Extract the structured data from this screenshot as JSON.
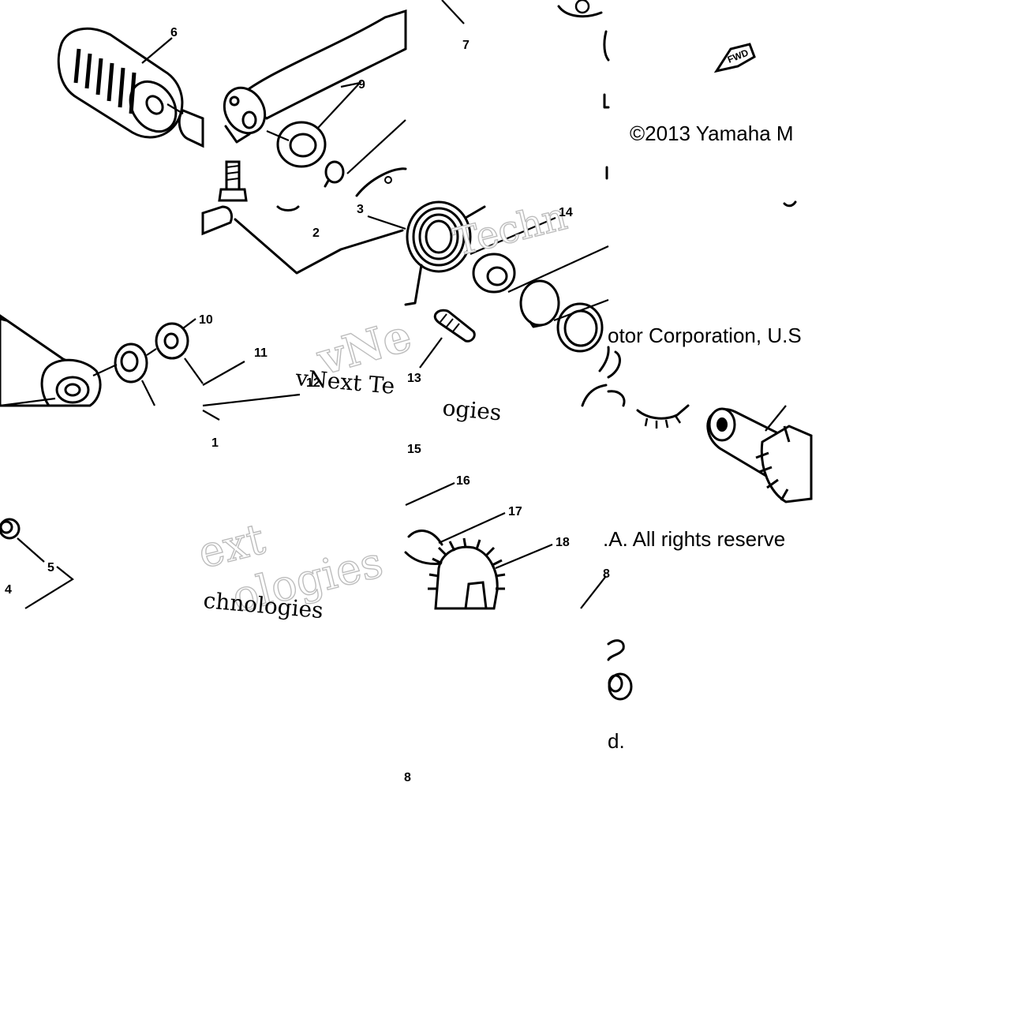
{
  "diagram": {
    "callouts": [
      {
        "id": "c6",
        "text": "6"
      },
      {
        "id": "c7",
        "text": "7"
      },
      {
        "id": "c9",
        "text": "9"
      },
      {
        "id": "c2",
        "text": "2"
      },
      {
        "id": "c3",
        "text": "3"
      },
      {
        "id": "c14",
        "text": "14"
      },
      {
        "id": "c10",
        "text": "10"
      },
      {
        "id": "c11",
        "text": "11"
      },
      {
        "id": "c12",
        "text": "12"
      },
      {
        "id": "c13",
        "text": "13"
      },
      {
        "id": "c15",
        "text": "15"
      },
      {
        "id": "c16",
        "text": "16"
      },
      {
        "id": "c17",
        "text": "17"
      },
      {
        "id": "c18",
        "text": "18"
      },
      {
        "id": "c5",
        "text": "5"
      },
      {
        "id": "c4",
        "text": "4"
      },
      {
        "id": "c1",
        "text": "1"
      },
      {
        "id": "c8",
        "text": "8"
      },
      {
        "id": "c8b",
        "text": "8"
      }
    ],
    "fwd_label": "FWD",
    "copyright_fragments": [
      "©2013 Yamaha M",
      "otor Corporation, U.S",
      ".A. All rights reserve",
      "d."
    ],
    "watermark_fragments": [
      "vNext Te",
      "vNe",
      "Techn",
      "ogies",
      "ext",
      "chnologies",
      "ologies"
    ]
  }
}
